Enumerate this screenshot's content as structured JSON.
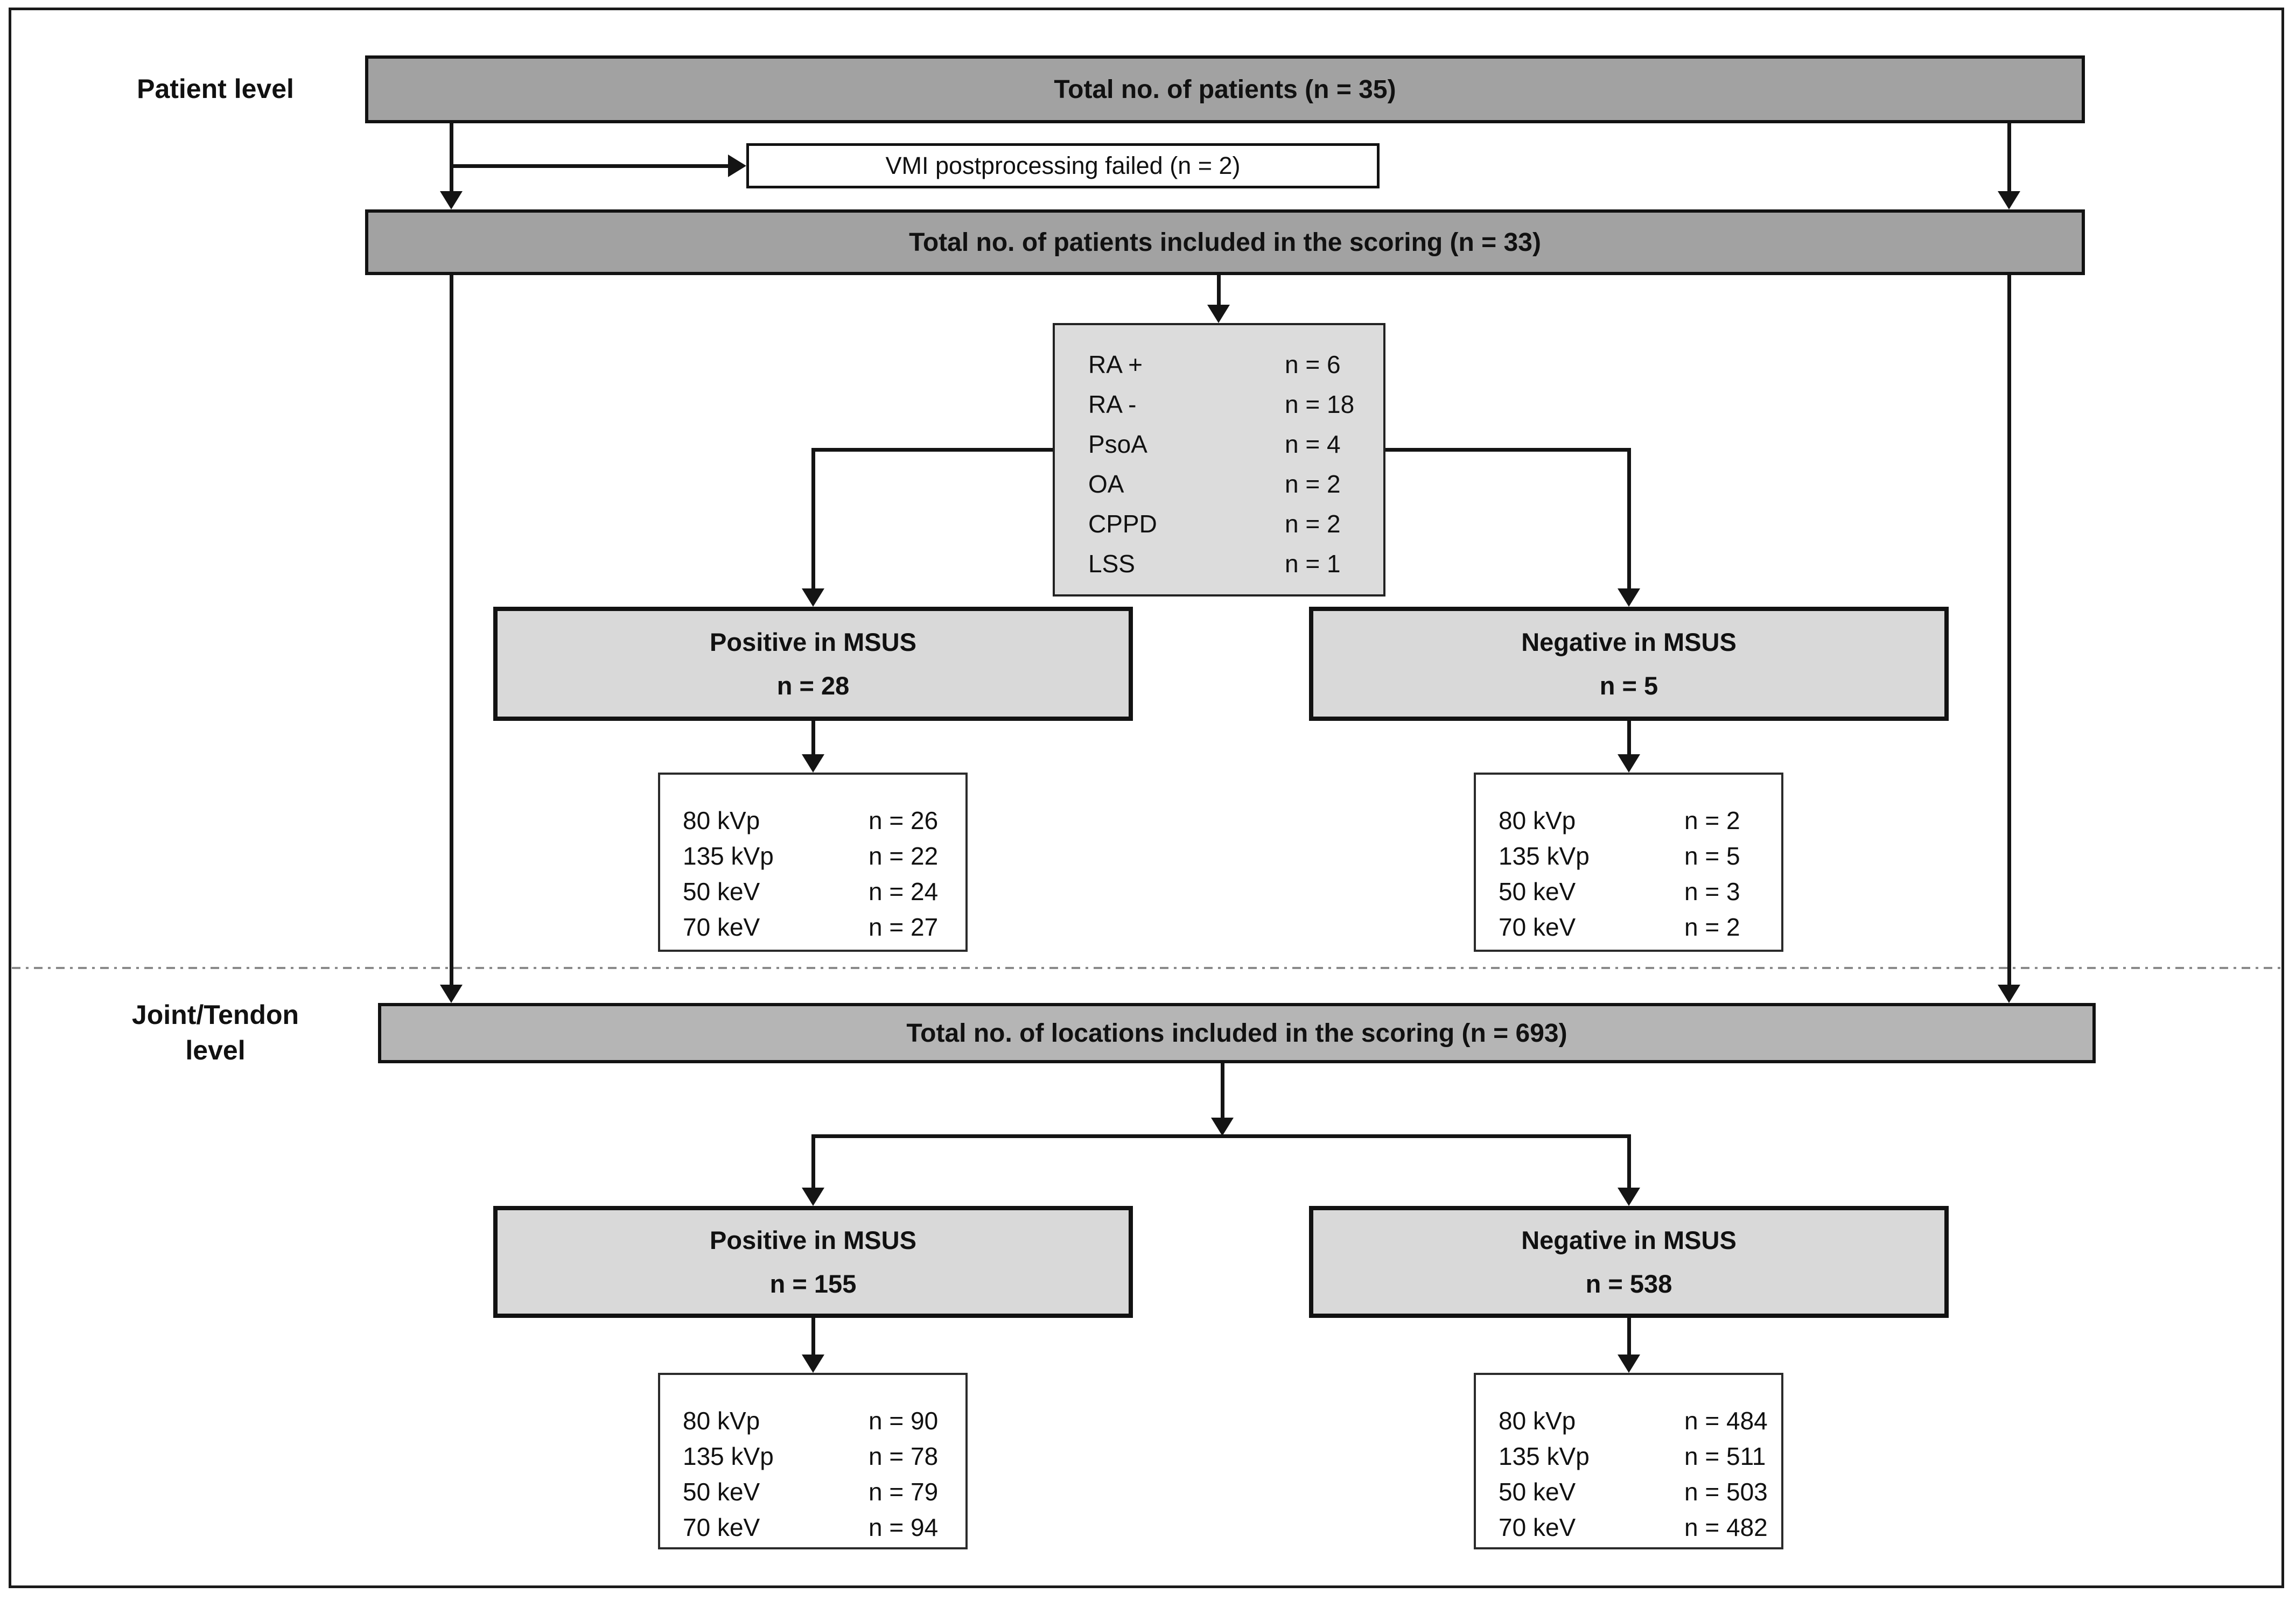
{
  "colors": {
    "bar_fill": "#a2a2a2",
    "locations_bar_fill": "#b5b5b5",
    "msus_box_fill": "#d9d9d9",
    "diagnosis_box_fill": "#dcdcdc",
    "line": "#141414",
    "divider": "#8a8a8a"
  },
  "labels": {
    "patient_level": "Patient level",
    "joint_level_line1": "Joint/Tendon",
    "joint_level_line2": "level"
  },
  "bars": {
    "total_patients": "Total no. of patients (n = 35)",
    "vmi_failed": "VMI postprocessing failed (n = 2)",
    "total_patients_scoring": "Total no. of patients included in the scoring (n = 33)",
    "total_locations_scoring": "Total no. of locations included in the scoring (n = 693)"
  },
  "diagnosis": {
    "rows": [
      {
        "label": "RA +",
        "value": "n = 6"
      },
      {
        "label": "RA -",
        "value": "n = 18"
      },
      {
        "label": "PsoA",
        "value": "n = 4"
      },
      {
        "label": "OA",
        "value": "n = 2"
      },
      {
        "label": "CPPD",
        "value": "n = 2"
      },
      {
        "label": "LSS",
        "value": "n = 1"
      }
    ]
  },
  "patient_level": {
    "positive": {
      "title": "Positive in MSUS",
      "n": "n = 28",
      "rows": [
        {
          "label": "80 kVp",
          "value": "n = 26"
        },
        {
          "label": "135 kVp",
          "value": "n = 22"
        },
        {
          "label": "50 keV",
          "value": "n = 24"
        },
        {
          "label": "70 keV",
          "value": "n = 27"
        }
      ]
    },
    "negative": {
      "title": "Negative in MSUS",
      "n": "n = 5",
      "rows": [
        {
          "label": "80 kVp",
          "value": "n = 2"
        },
        {
          "label": "135 kVp",
          "value": "n = 5"
        },
        {
          "label": "50 keV",
          "value": "n = 3"
        },
        {
          "label": "70 keV",
          "value": "n = 2"
        }
      ]
    }
  },
  "joint_level": {
    "positive": {
      "title": "Positive in MSUS",
      "n": "n = 155",
      "rows": [
        {
          "label": "80 kVp",
          "value": "n = 90"
        },
        {
          "label": "135 kVp",
          "value": "n = 78"
        },
        {
          "label": "50 keV",
          "value": "n = 79"
        },
        {
          "label": "70 keV",
          "value": "n = 94"
        }
      ]
    },
    "negative": {
      "title": "Negative in MSUS",
      "n": "n = 538",
      "rows": [
        {
          "label": "80 kVp",
          "value": "n = 484"
        },
        {
          "label": "135 kVp",
          "value": "n = 511"
        },
        {
          "label": "50 keV",
          "value": "n = 503"
        },
        {
          "label": "70 keV",
          "value": "n = 482"
        }
      ]
    }
  }
}
